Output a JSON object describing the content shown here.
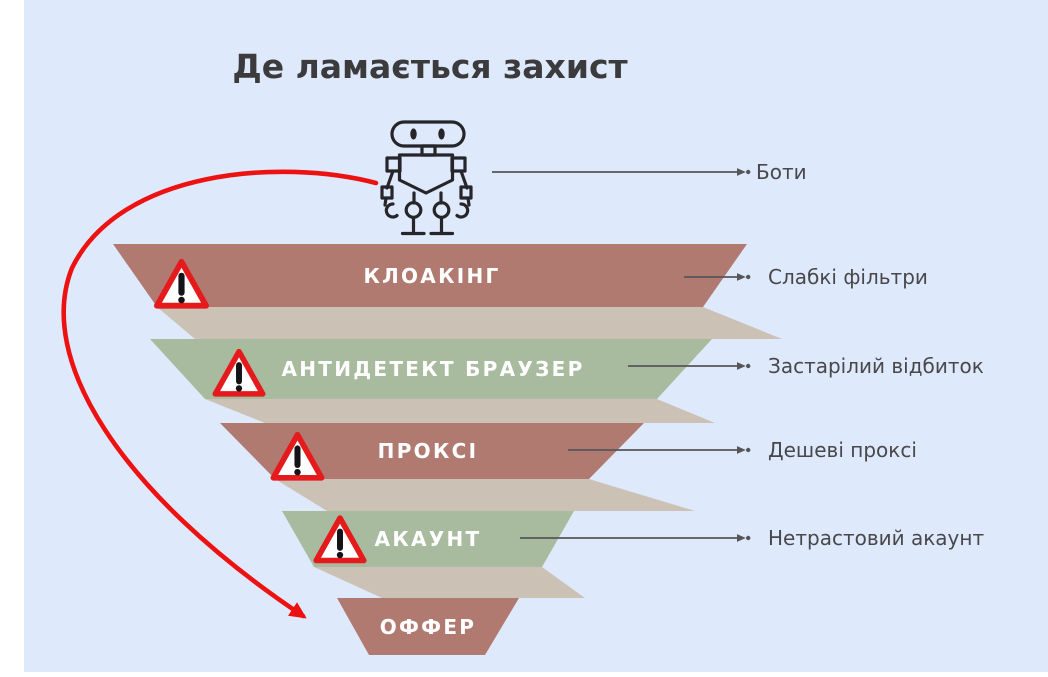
{
  "title": "Де ламається захист",
  "source": {
    "label": "Боти"
  },
  "funnel": {
    "levels": [
      {
        "label": "КЛОАКІНГ",
        "callout": "Слабкі фільтри",
        "color": "#b17a70",
        "warning": true
      },
      {
        "label": "АНТИДЕТЕКТ БРАУЗЕР",
        "callout": "Застарілий відбиток",
        "color": "#a9bb9f",
        "warning": true
      },
      {
        "label": "ПРОКСІ",
        "callout": "Дешеві проксі",
        "color": "#b17a70",
        "warning": true
      },
      {
        "label": "АКАУНТ",
        "callout": "Нетрастовий акаунт",
        "color": "#a9bb9f",
        "warning": true
      },
      {
        "label": "ОФФЕР",
        "callout": "",
        "color": "#b17a70",
        "warning": false
      }
    ]
  },
  "colors": {
    "background": "#dfe9fc",
    "rose": "#b17a70",
    "green": "#a9bb9f",
    "fold": "#cbc2b5",
    "band_text": "#ffffff",
    "title_ink": "#3b3b3d",
    "label_ink": "#48484b",
    "callout_line": "#56565a",
    "arrow_red": "#ed1212",
    "warning_red": "#e51a1d",
    "warning_fill": "#ffffff",
    "warning_ink": "#141418",
    "robot_ink": "#26262a"
  }
}
